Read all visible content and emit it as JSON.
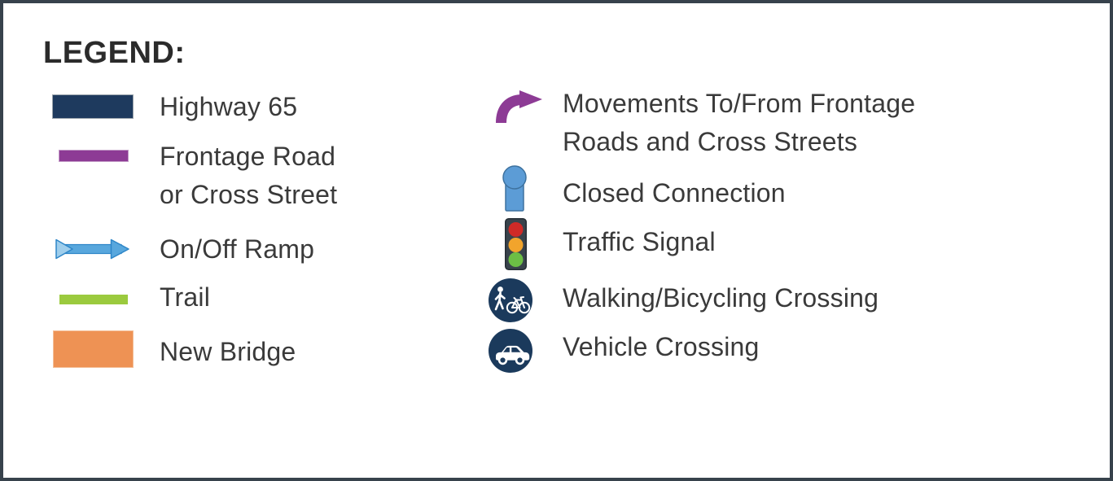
{
  "legend": {
    "title": "LEGEND:",
    "items_left": [
      {
        "label": "Highway 65"
      },
      {
        "label_line1": "Frontage Road",
        "label_line2": "or Cross Street"
      },
      {
        "label": "On/Off Ramp"
      },
      {
        "label": "Trail"
      },
      {
        "label": "New Bridge"
      }
    ],
    "items_right": [
      {
        "label_line1": "Movements To/From Frontage",
        "label_line2": "Roads and Cross Streets"
      },
      {
        "label": "Closed Connection"
      },
      {
        "label": "Traffic Signal"
      },
      {
        "label": "Walking/Bicycling Crossing"
      },
      {
        "label": "Vehicle Crossing"
      }
    ]
  },
  "icons": {
    "highway_swatch": "navy-rectangle",
    "frontage_swatch": "purple-line",
    "ramp_icon": "double-arrow-right",
    "trail_swatch": "green-line",
    "bridge_swatch": "orange-rectangle",
    "movements_icon": "curved-arrow-right",
    "closed_connection_icon": "lollipop-marker",
    "traffic_signal_icon": "traffic-light",
    "walk_bike_icon": "pedestrian-and-bicycle-circle",
    "vehicle_icon": "car-circle"
  },
  "colors": {
    "highway_navy": "#1E3A5E",
    "frontage_purple": "#8D3B95",
    "ramp_blue": "#58A7DD",
    "ramp_stroke": "#2E86C8",
    "trail_green": "#9BCA3E",
    "bridge_orange": "#EE9254",
    "movements_purple": "#8D3B95",
    "closed_blue": "#5C9CD6",
    "closed_stroke": "#3E729F",
    "signal_body": "#39434C",
    "signal_red": "#CF2A27",
    "signal_amber": "#F2A42C",
    "signal_green": "#6CBE45",
    "crossing_navy": "#1B3A5C",
    "frame_border": "#37424C",
    "label_text": "#3A3A3A",
    "title_text": "#2B2B2B",
    "background": "#FFFFFF"
  }
}
